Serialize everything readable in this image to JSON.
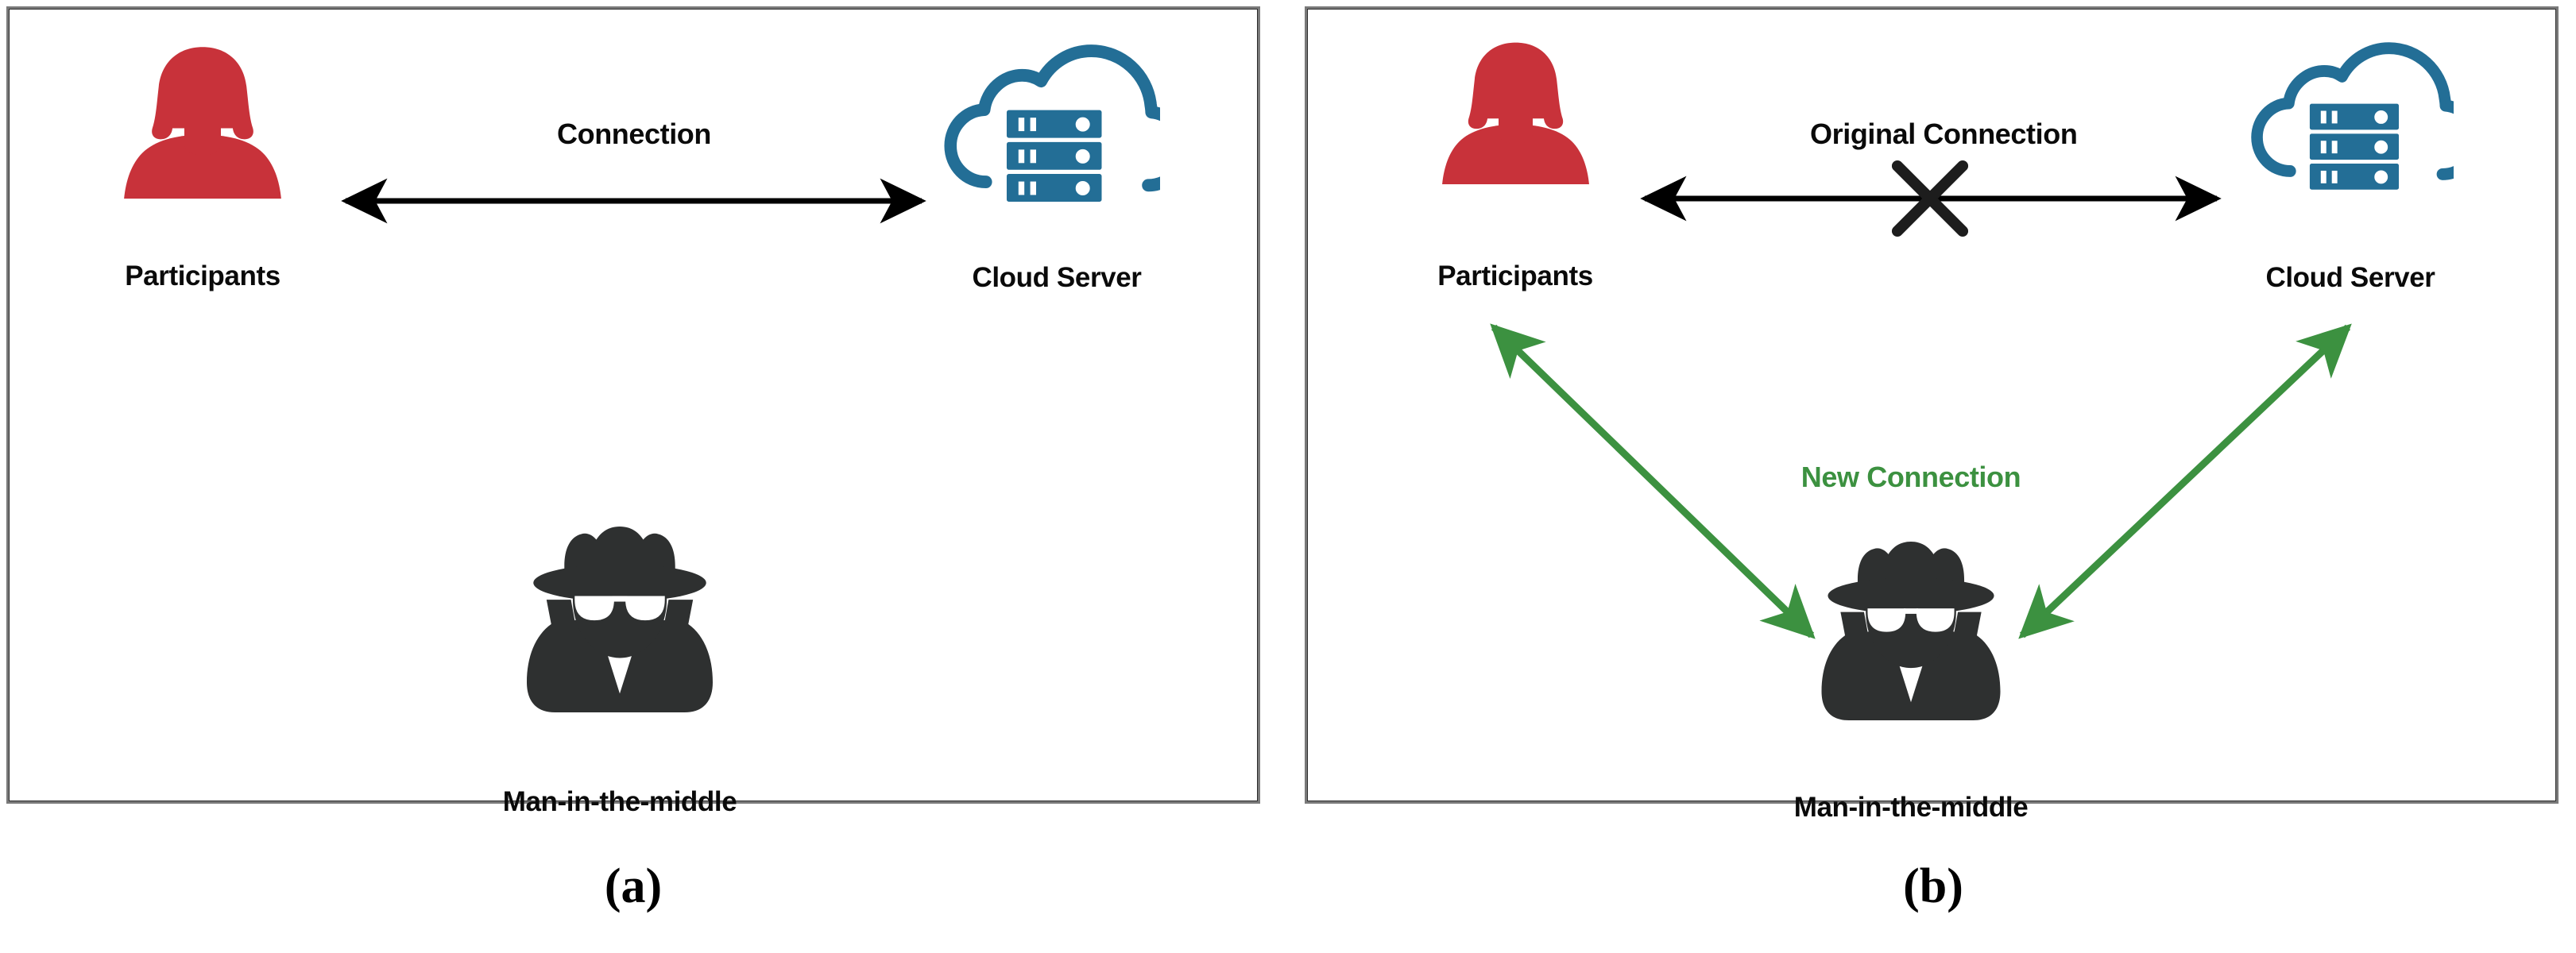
{
  "figure": {
    "panels": [
      {
        "id": "a",
        "caption": "(a)",
        "nodes": [
          {
            "name": "participants",
            "label": "Participants",
            "icon": "person-female-icon",
            "color": "#C8323A"
          },
          {
            "name": "cloud-server",
            "label": "Cloud Server",
            "icon": "cloud-server-icon",
            "color": "#236E96"
          },
          {
            "name": "man-in-the-middle",
            "label": "Man-in-the-middle",
            "icon": "spy-icon",
            "color": "#2E3030"
          }
        ],
        "edges": [
          {
            "name": "connection",
            "label": "Connection",
            "color": "#000000",
            "style": "double-arrow",
            "blocked": false
          }
        ]
      },
      {
        "id": "b",
        "caption": "(b)",
        "nodes": [
          {
            "name": "participants",
            "label": "Participants",
            "icon": "person-female-icon",
            "color": "#C8323A"
          },
          {
            "name": "cloud-server",
            "label": "Cloud Server",
            "icon": "cloud-server-icon",
            "color": "#236E96"
          },
          {
            "name": "man-in-the-middle",
            "label": "Man-in-the-middle",
            "icon": "spy-icon",
            "color": "#2E3030"
          }
        ],
        "edges": [
          {
            "name": "original-connection",
            "label": "Original Connection",
            "color": "#000000",
            "style": "double-arrow",
            "blocked": true,
            "blocked_marker": "x-cross-icon"
          },
          {
            "name": "new-connection",
            "label": "New Connection",
            "color": "#3C9140",
            "style": "double-arrow-diagonal",
            "blocked": false
          }
        ]
      }
    ]
  },
  "colors": {
    "participant_red": "#C8323A",
    "cloud_blue": "#236E96",
    "spy_dark": "#2E3030",
    "new_connection_green": "#3C9140",
    "arrow_black": "#000000",
    "panel_border": "#7A7A7A",
    "background": "#FFFFFF"
  }
}
